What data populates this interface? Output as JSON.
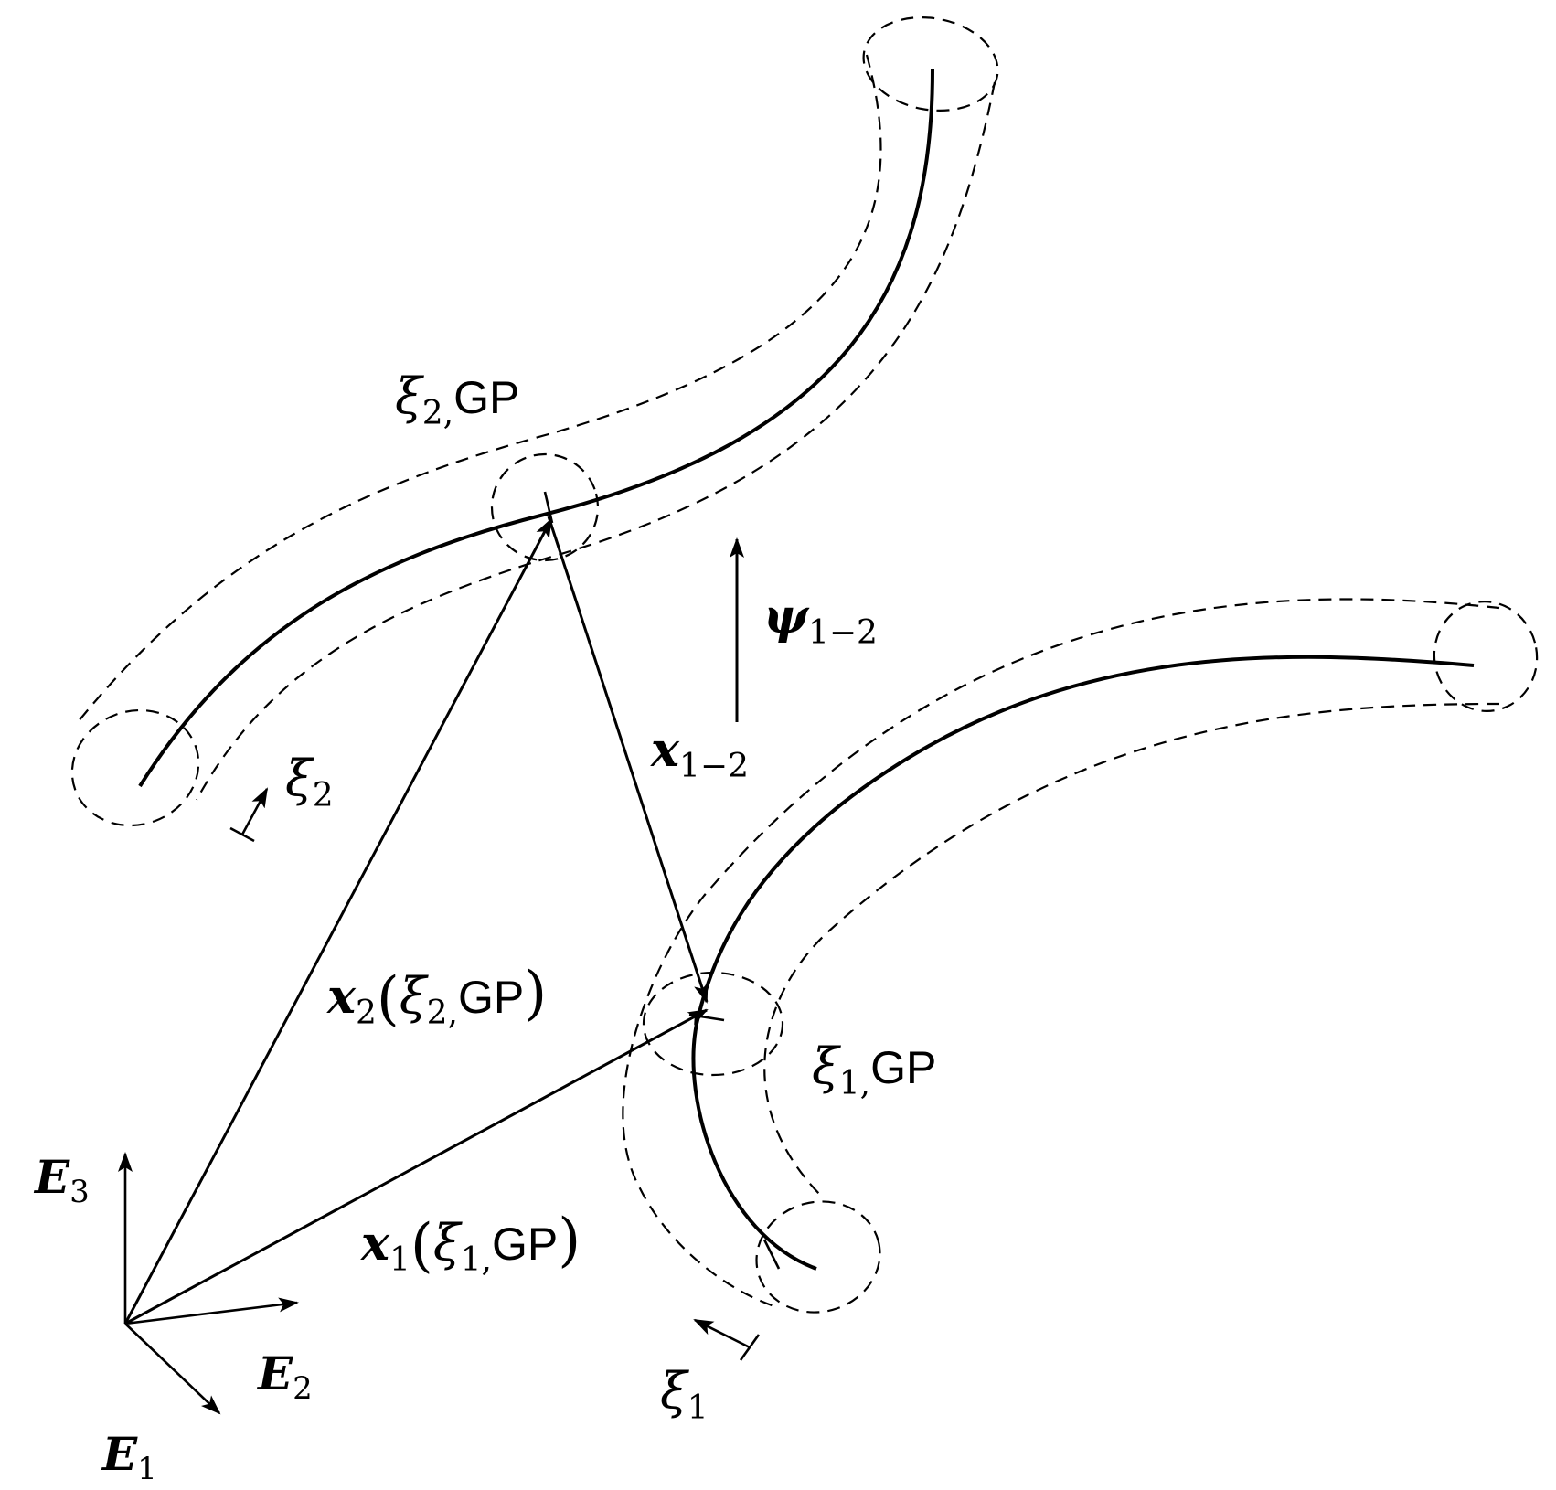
{
  "diagram": {
    "labels": {
      "e1": {
        "symbol": "E",
        "index": "1"
      },
      "e2": {
        "symbol": "E",
        "index": "2"
      },
      "e3": {
        "symbol": "E",
        "index": "3"
      },
      "xi2gp": {
        "symbol": "ξ",
        "index": "2,",
        "gp": "GP"
      },
      "xi1gp": {
        "symbol": "ξ",
        "index": "1,",
        "gp": "GP"
      },
      "xi2": {
        "symbol": "ξ",
        "index": "2"
      },
      "xi1": {
        "symbol": "ξ",
        "index": "1"
      },
      "psi": {
        "symbol": "ψ",
        "index": "1−2"
      },
      "x12": {
        "symbol": "x",
        "index": "1−2"
      },
      "x2": {
        "symbol": "x",
        "index": "2",
        "open": "(",
        "inner_symbol": "ξ",
        "inner_index": "2,",
        "gp": "GP",
        "close": ")"
      },
      "x1": {
        "symbol": "x",
        "index": "1",
        "open": "(",
        "inner_symbol": "ξ",
        "inner_index": "1,",
        "gp": "GP",
        "close": ")"
      }
    }
  }
}
